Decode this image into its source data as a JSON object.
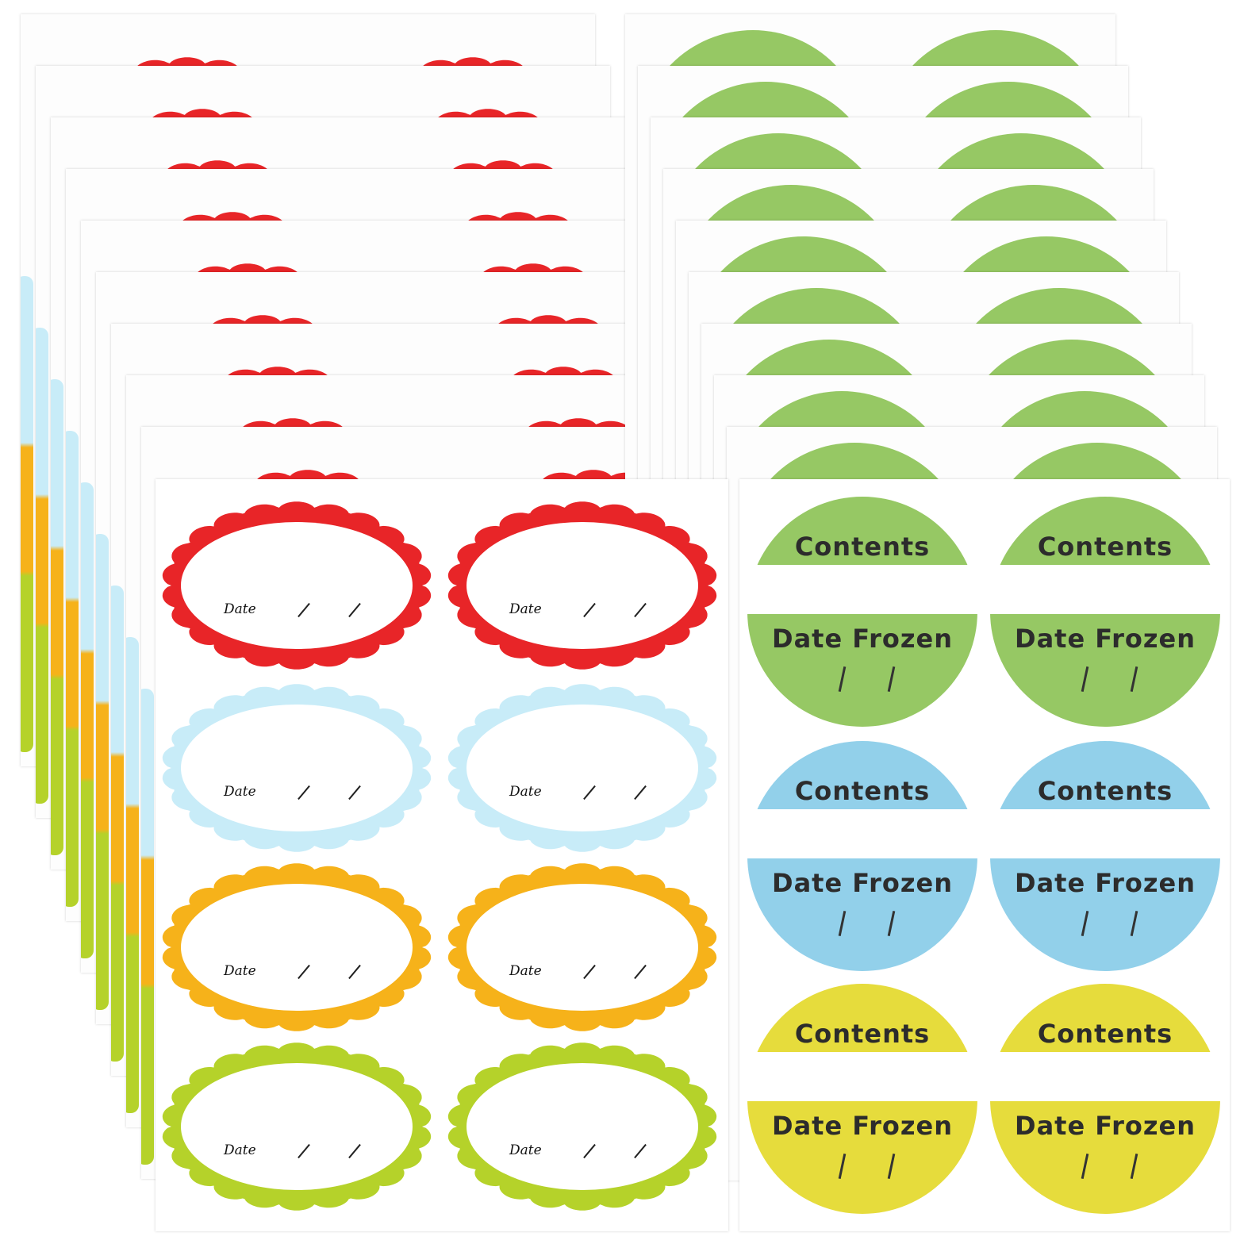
{
  "colors": {
    "red": "#e82528",
    "light_blue": "#c8ecf8",
    "orange": "#f6b21a",
    "lime": "#b5d22a",
    "green": "#96c864",
    "blue": "#92d0ea",
    "yellow": "#e6dc3c"
  },
  "oval_labels": [
    {
      "color": "red",
      "date_text": "Date",
      "slashes": "/ /"
    },
    {
      "color": "red",
      "date_text": "Date",
      "slashes": "/ /"
    },
    {
      "color": "light_blue",
      "date_text": "Date",
      "slashes": "/ /"
    },
    {
      "color": "light_blue",
      "date_text": "Date",
      "slashes": "/ /"
    },
    {
      "color": "orange",
      "date_text": "Date",
      "slashes": "/ /"
    },
    {
      "color": "orange",
      "date_text": "Date",
      "slashes": "/ /"
    },
    {
      "color": "lime",
      "date_text": "Date",
      "slashes": "/ /"
    },
    {
      "color": "lime",
      "date_text": "Date",
      "slashes": "/ /"
    }
  ],
  "round_labels": [
    {
      "color": "green",
      "top_text": "Contents",
      "bottom_text": "Date Frozen"
    },
    {
      "color": "green",
      "top_text": "Contents",
      "bottom_text": "Date Frozen"
    },
    {
      "color": "blue",
      "top_text": "Contents",
      "bottom_text": "Date Frozen"
    },
    {
      "color": "blue",
      "top_text": "Contents",
      "bottom_text": "Date Frozen"
    },
    {
      "color": "yellow",
      "top_text": "Contents",
      "bottom_text": "Date Frozen"
    },
    {
      "color": "yellow",
      "top_text": "Contents",
      "bottom_text": "Date Frozen"
    }
  ],
  "stack": {
    "oval_sheets": 10,
    "round_sheets": 10
  }
}
